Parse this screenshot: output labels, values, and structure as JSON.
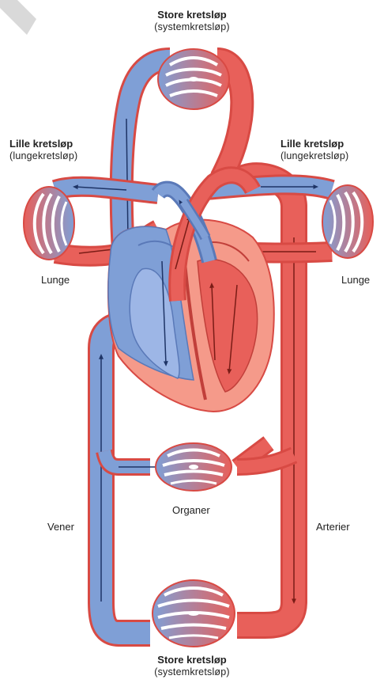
{
  "labels": {
    "top_title": "Store kretsløp",
    "top_subtitle": "(systemkretsløp)",
    "left_title": "Lille kretsløp",
    "left_subtitle": "(lungekretsløp)",
    "right_title": "Lille kretsløp",
    "right_subtitle": "(lungekretsløp)",
    "lung_left": "Lunge",
    "lung_right": "Lunge",
    "organs": "Organer",
    "veins": "Vener",
    "arteries": "Arterier",
    "bottom_title": "Store kretsløp",
    "bottom_subtitle": "(systemkretsløp)"
  },
  "colors": {
    "oxygenated": "#e8605a",
    "oxygenated_light": "#f59a8a",
    "deoxygenated": "#7f9fd6",
    "deoxygenated_light": "#9db6e6",
    "vessel_edge": "#d84a44",
    "text": "#222222"
  },
  "icons": {
    "corner": "folded-corner-icon"
  }
}
